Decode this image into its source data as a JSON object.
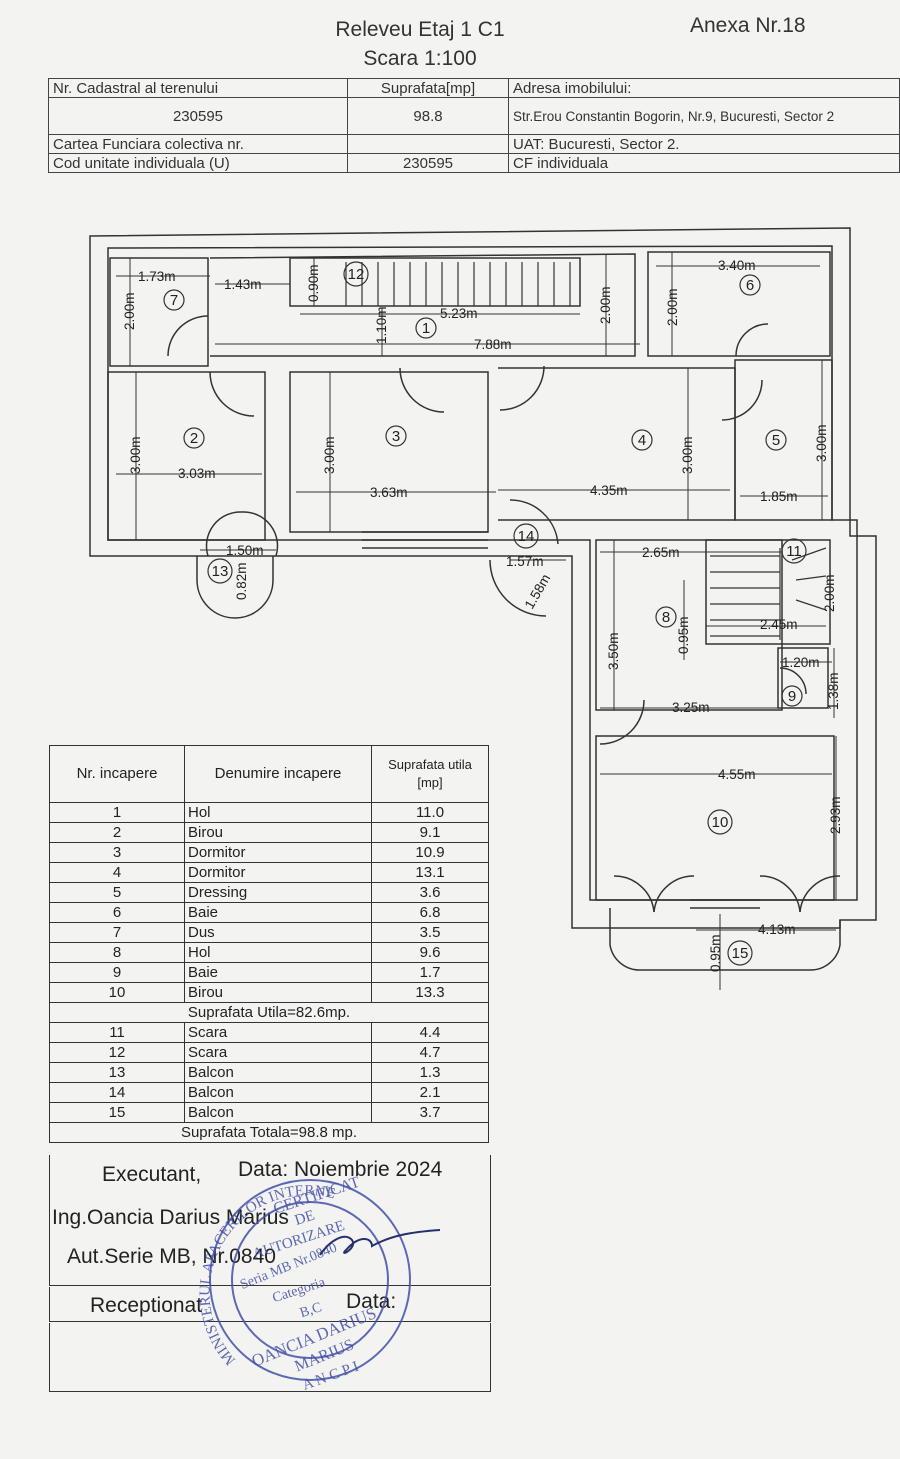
{
  "header": {
    "title": "Releveu Etaj 1 C1",
    "scale": "Scara 1:100",
    "annex": "Anexa Nr.18"
  },
  "info": {
    "cadastral_label": "Nr. Cadastral al terenului",
    "cadastral_value": "230595",
    "area_label": "Suprafata[mp]",
    "area_value": "98.8",
    "address_label": "Adresa imobilului:",
    "address_value": "Str.Erou Constantin Bogorin, Nr.9, Bucuresti, Sector 2",
    "cf_label": "Cartea Funciara colectiva nr.",
    "uat": "UAT: Bucuresti, Sector 2.",
    "unit_label": "Cod unitate individuala (U)",
    "unit_value": "230595",
    "cf_individual": "CF individuala"
  },
  "plan": {
    "rooms": [
      "1",
      "2",
      "3",
      "4",
      "5",
      "6",
      "7",
      "8",
      "9",
      "10",
      "11",
      "12",
      "13",
      "14",
      "15"
    ],
    "dims": {
      "d1_73": "1.73m",
      "d1_43": "1.43m",
      "d0_90": "0.90m",
      "d5_23": "5.23m",
      "d1_10": "1.10m",
      "d2_00a": "2.00m",
      "d2_00b": "2.00m",
      "d2_00c": "2.00m",
      "d3_40": "3.40m",
      "d7_88": "7.88m",
      "d3_00a": "3.00m",
      "d3_03": "3.03m",
      "d3_00b": "3.00m",
      "d3_63": "3.63m",
      "d3_00c": "3.00m",
      "d4_35": "4.35m",
      "d3_00d": "3.00m",
      "d1_85": "1.85m",
      "d1_50": "1.50m",
      "d0_82": "0.82m",
      "d1_57": "1.57m",
      "d1_58": "1.58m",
      "d2_65": "2.65m",
      "d0_95a": "0.95m",
      "d2_00d": "2.00m",
      "d2_45": "2.45m",
      "d3_50": "3.50m",
      "d1_20": "1.20m",
      "d1_38": "1.38m",
      "d3_25": "3.25m",
      "d4_55": "4.55m",
      "d2_93": "2.93m",
      "d4_13": "4.13m",
      "d0_95b": "0.95m"
    }
  },
  "rooms_table": {
    "head_nr": "Nr. incapere",
    "head_name": "Denumire incapere",
    "head_area": "Suprafata utila [mp]",
    "rows": [
      {
        "nr": "1",
        "name": "Hol",
        "area": "11.0"
      },
      {
        "nr": "2",
        "name": "Birou",
        "area": "9.1"
      },
      {
        "nr": "3",
        "name": "Dormitor",
        "area": "10.9"
      },
      {
        "nr": "4",
        "name": "Dormitor",
        "area": "13.1"
      },
      {
        "nr": "5",
        "name": "Dressing",
        "area": "3.6"
      },
      {
        "nr": "6",
        "name": "Baie",
        "area": "6.8"
      },
      {
        "nr": "7",
        "name": "Dus",
        "area": "3.5"
      },
      {
        "nr": "8",
        "name": "Hol",
        "area": "9.6"
      },
      {
        "nr": "9",
        "name": "Baie",
        "area": "1.7"
      },
      {
        "nr": "10",
        "name": "Birou",
        "area": "13.3"
      }
    ],
    "subtotal": "Suprafata Utila=82.6mp.",
    "rows2": [
      {
        "nr": "11",
        "name": "Scara",
        "area": "4.4"
      },
      {
        "nr": "12",
        "name": "Scara",
        "area": "4.7"
      },
      {
        "nr": "13",
        "name": "Balcon",
        "area": "1.3"
      },
      {
        "nr": "14",
        "name": "Balcon",
        "area": "2.1"
      },
      {
        "nr": "15",
        "name": "Balcon",
        "area": "3.7"
      }
    ],
    "total": "Suprafata Totala=98.8 mp."
  },
  "signature": {
    "executant": "Executant,",
    "date": "Data: Noiembrie 2024",
    "engineer": "Ing.Oancia Darius Marius",
    "authorization": "Aut.Serie MB, Nr.0840",
    "received": "Receptionat",
    "date2": "Data:"
  },
  "stamp": {
    "outer_text": "MINISTERUL AFACERILOR INTERNE",
    "line1": "CERTIFICAT",
    "line2": "DE",
    "line3": "AUTORIZARE",
    "line4": "Seria MB Nr.0840",
    "line5": "Categoria",
    "line6": "B,C",
    "bottom1": "OANCIA DARIUS",
    "bottom2": "MARIUS",
    "bottom3": "A N C P I",
    "color": "#4450a8"
  }
}
